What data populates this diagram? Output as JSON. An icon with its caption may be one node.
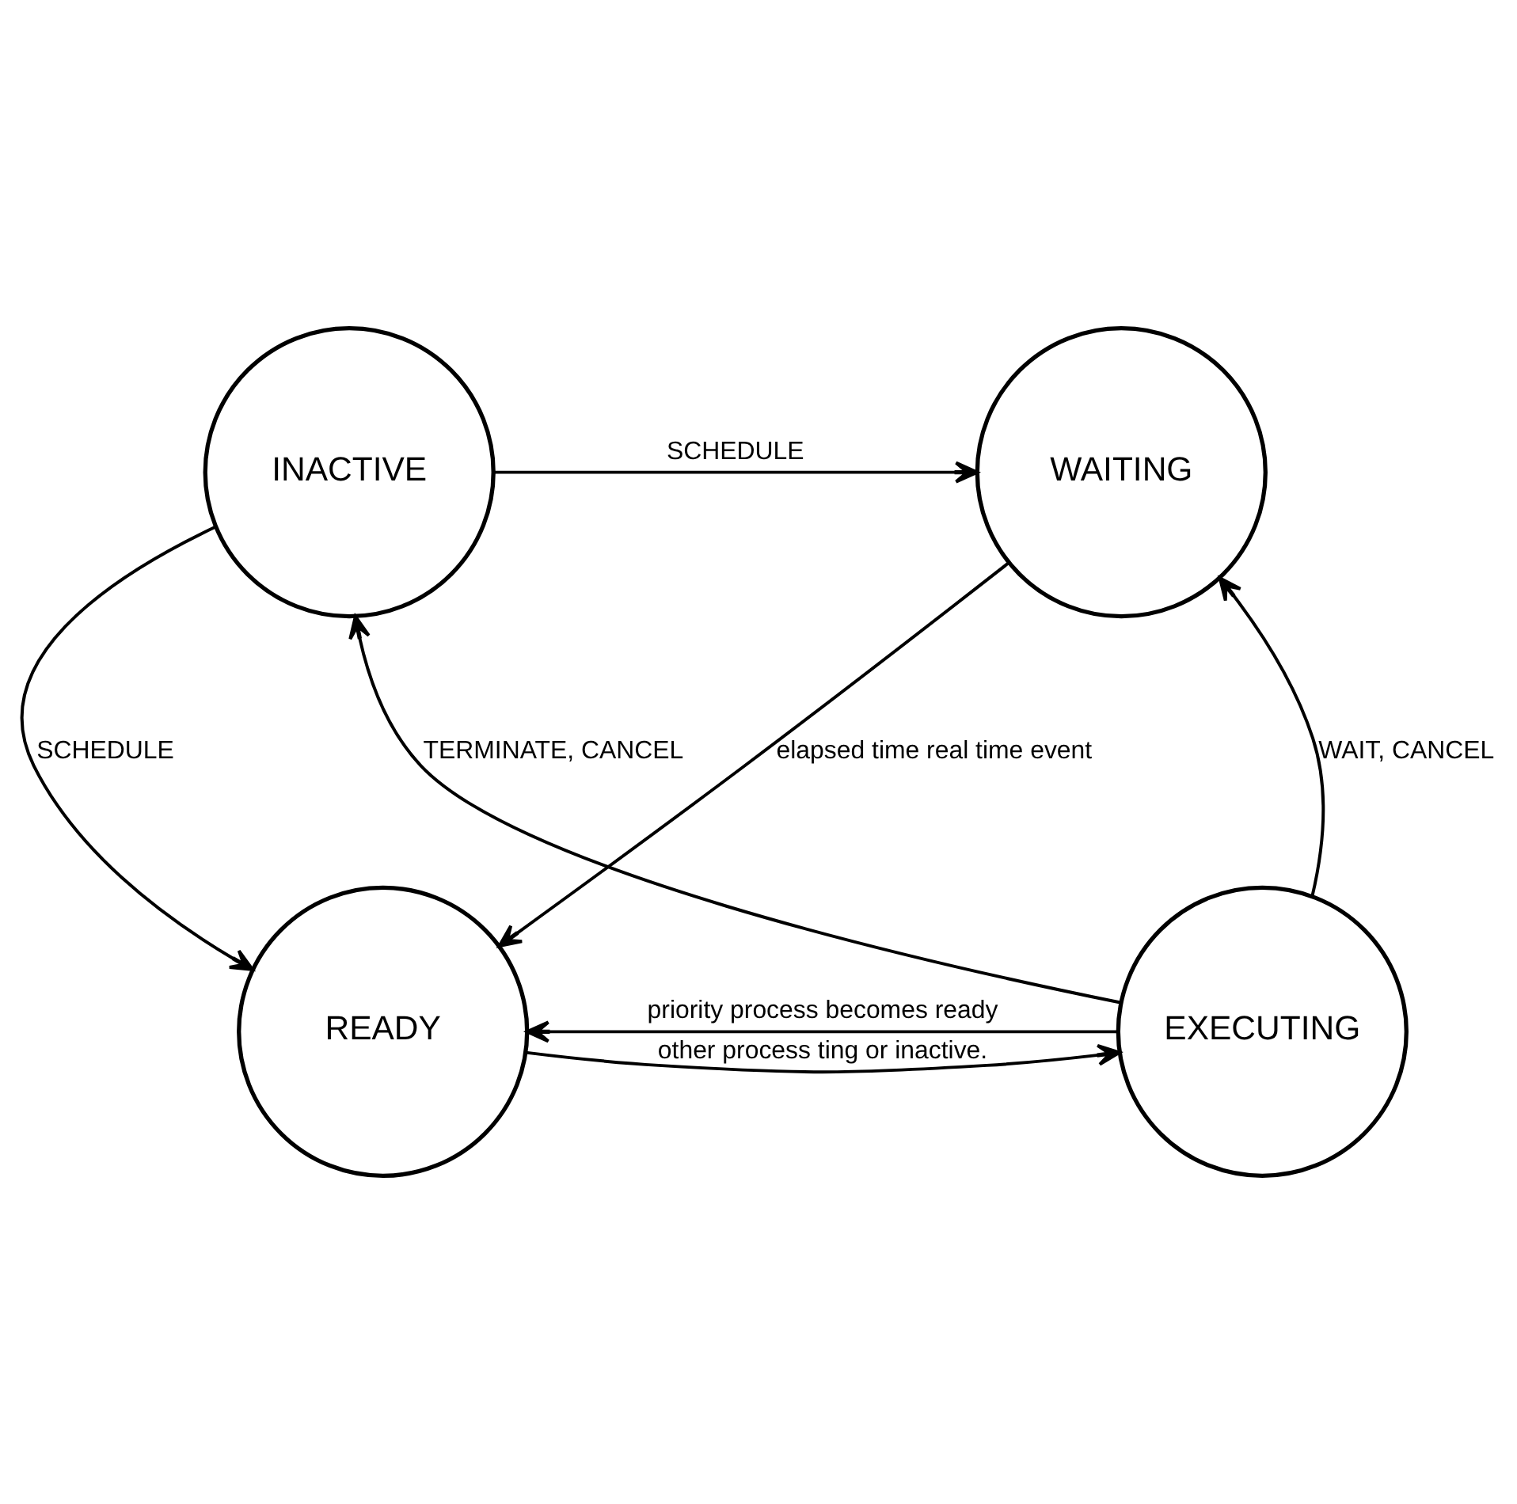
{
  "diagram": {
    "nodes": [
      {
        "text": [
          "INACTIVE"
        ]
      },
      {
        "text": [
          "WAITING"
        ]
      },
      {
        "text": [
          "EXECUTING"
        ]
      },
      {
        "text": [
          "READY"
        ]
      }
    ],
    "edges": [
      {
        "from": 0,
        "to": 1,
        "arrow": "to",
        "label": "SCHEDULE"
      },
      {
        "from": 0,
        "to": 3,
        "arrow": "to",
        "label": "SCHEDULE"
      },
      {
        "from": 2,
        "to": 0,
        "arrow": "to",
        "label": "TERMINATE, CANCEL"
      },
      {
        "from": 2,
        "to": 1,
        "arrow": "to",
        "label": "WAIT, CANCEL"
      },
      {
        "from": 1,
        "to": 3,
        "arrow": "to",
        "label": "elapsed time real time event"
      },
      {
        "from": 2,
        "to": 3,
        "arrow": "to",
        "label": "priority process becomes ready"
      },
      {
        "from": 3,
        "to": 2,
        "arrow": "to",
        "label": "other process ting or inactive."
      }
    ]
  }
}
